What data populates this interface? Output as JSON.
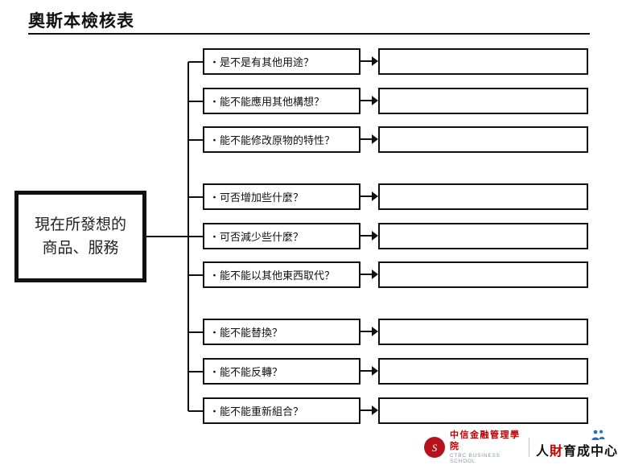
{
  "title": "奧斯本檢核表",
  "source_box": {
    "line1": "現在所發想的",
    "line2": "商品、服務"
  },
  "rows": [
    {
      "question": "・是不是有其他用途？",
      "answer": ""
    },
    {
      "question": "・能不能應用其他構想？",
      "answer": ""
    },
    {
      "question": "・能不能修改原物的特性？",
      "answer": ""
    },
    {
      "question": "・可否增加些什麼？",
      "answer": ""
    },
    {
      "question": "・可否減少些什麼？",
      "answer": ""
    },
    {
      "question": "・能不能以其他東西取代？",
      "answer": ""
    },
    {
      "question": "・能不能替換？",
      "answer": ""
    },
    {
      "question": "・能不能反轉？",
      "answer": ""
    },
    {
      "question": "・能不能重新組合？",
      "answer": ""
    }
  ],
  "footer": {
    "logo_glyph": "S",
    "school_zh": "中信金融管理學院",
    "school_en": "CTBC BUSINESS SCHOOL",
    "center_part1": "人",
    "center_part2": "財",
    "center_part3": "育成中心",
    "colors": {
      "brand_red": "#c00000",
      "logo_red": "#b5121b",
      "icon_blue": "#2a6db5"
    }
  }
}
